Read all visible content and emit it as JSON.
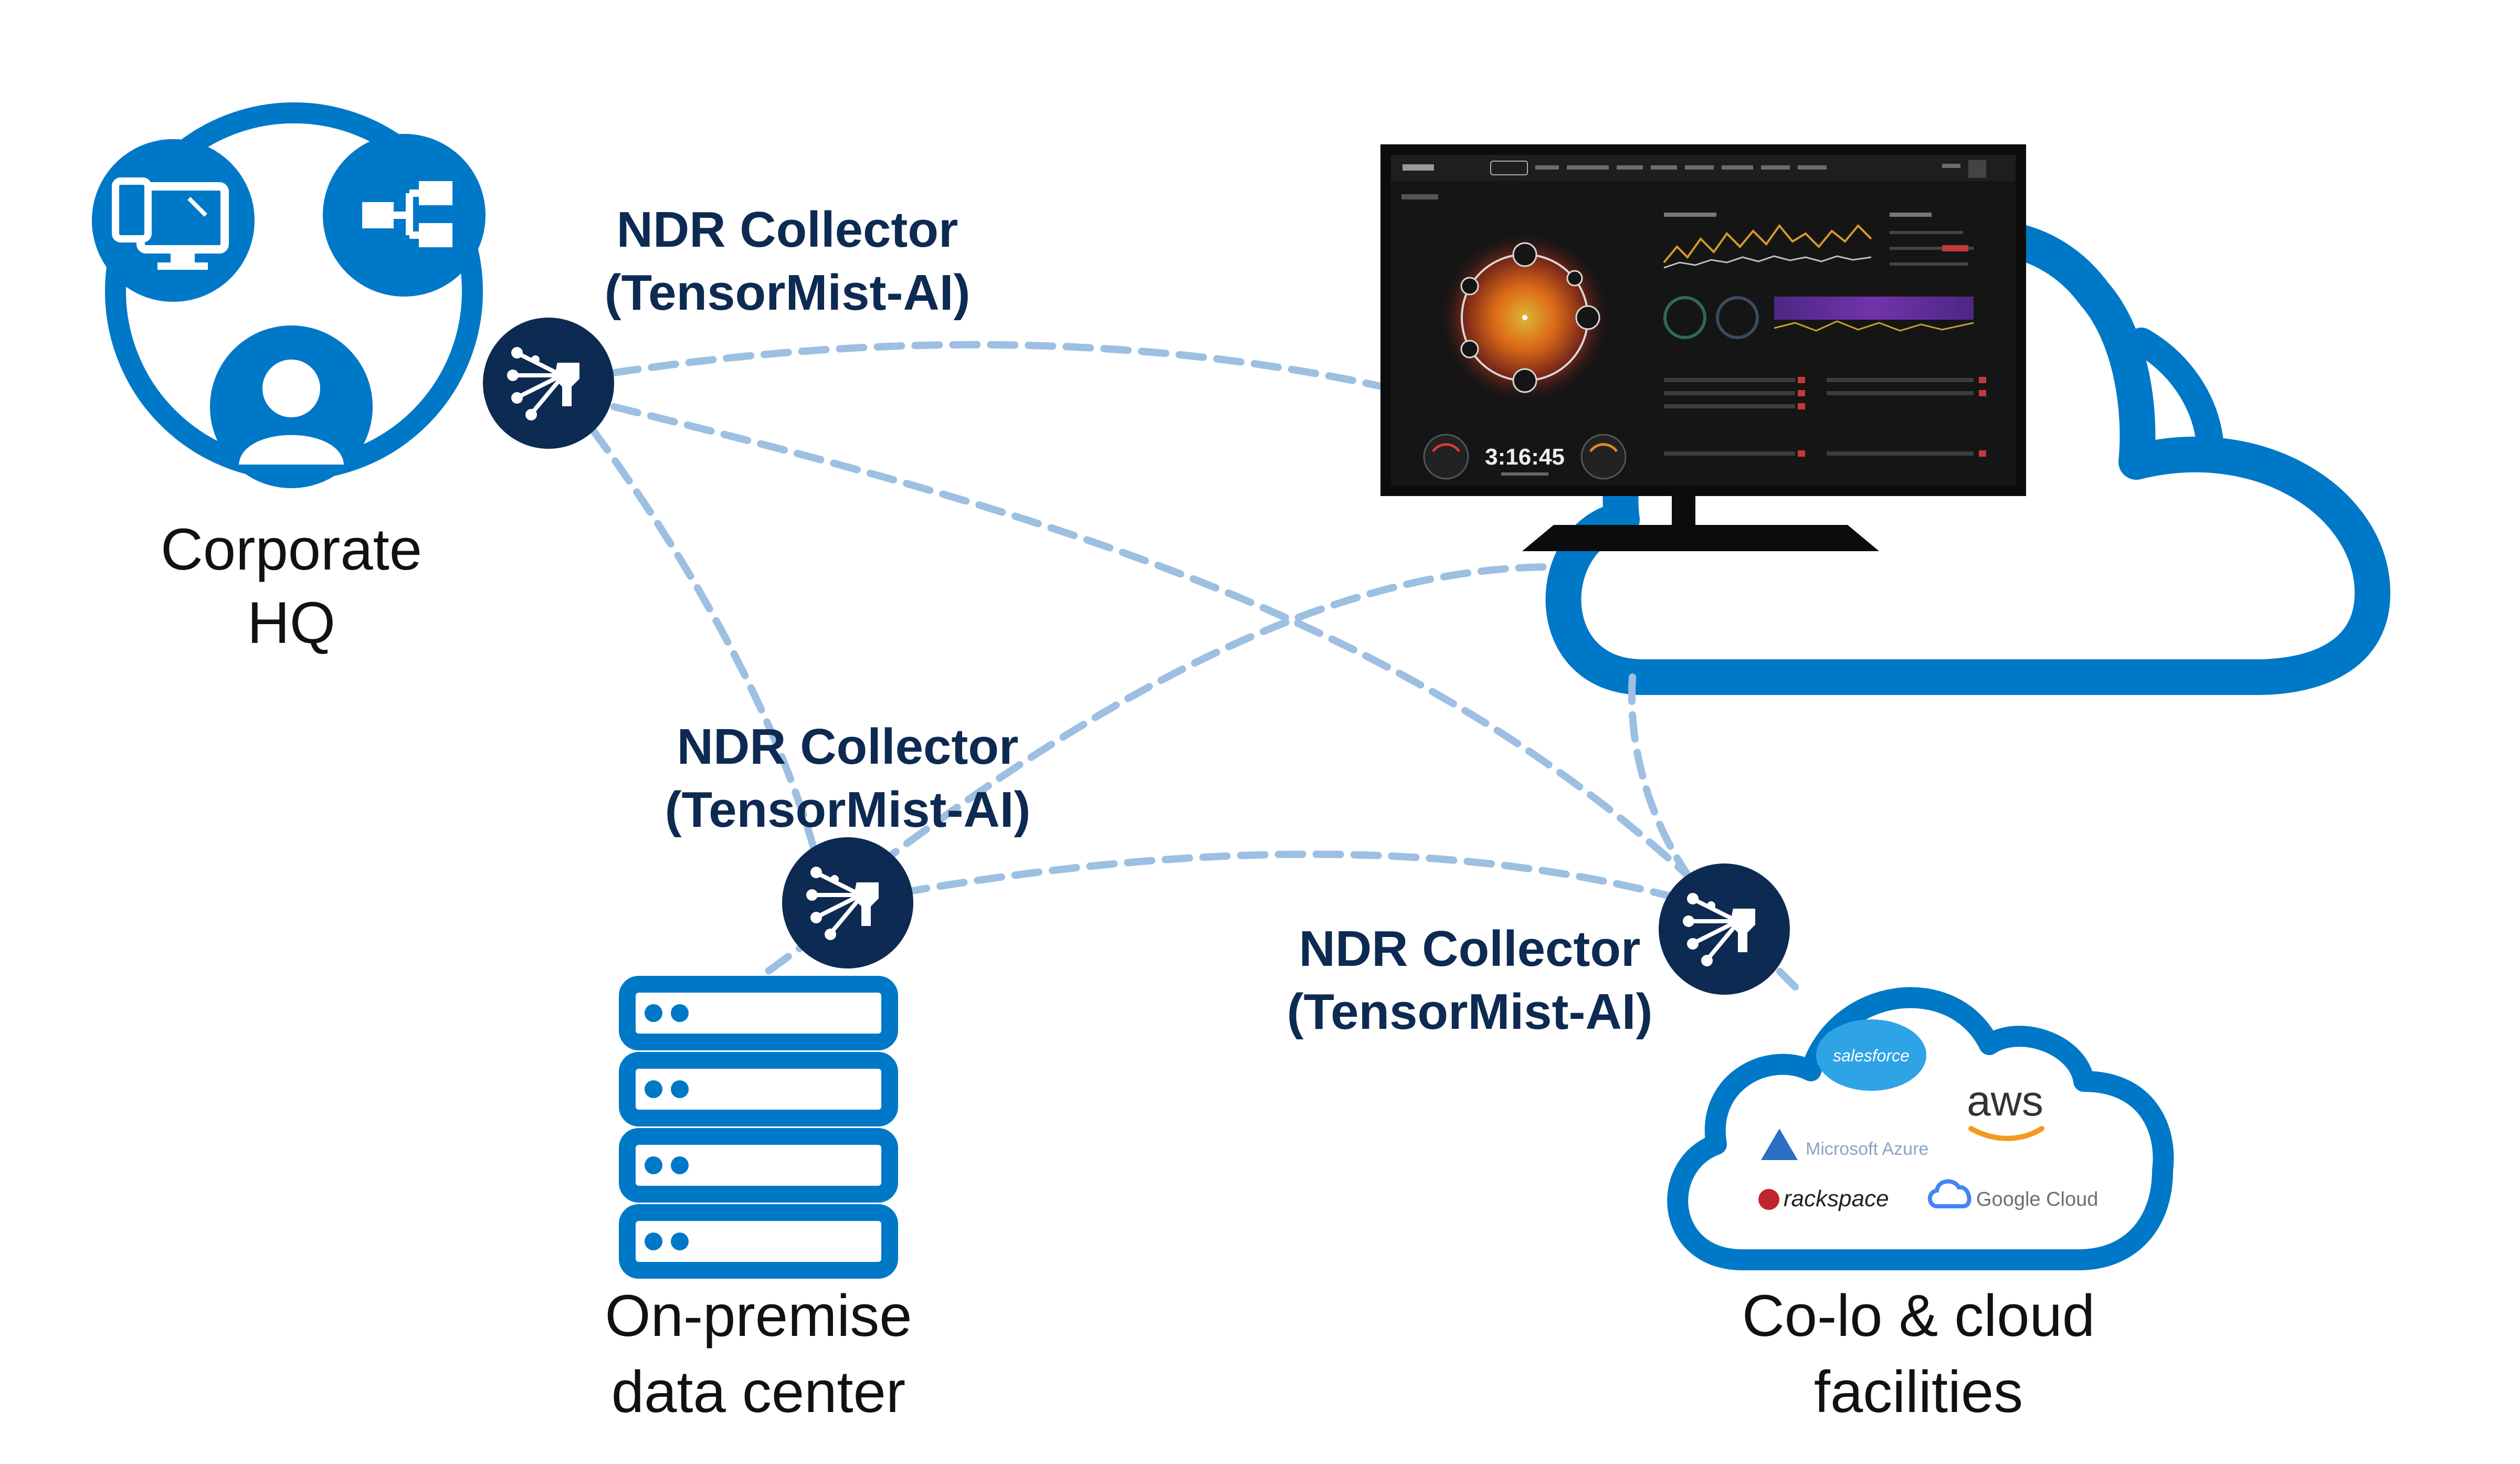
{
  "colors": {
    "primary_blue": "#0078c8",
    "navy": "#0d2a52",
    "link_dash": "#9dbfe2",
    "screen_bg": "#151515",
    "bezel": "#0c0c0c",
    "white": "#ffffff"
  },
  "collectors": [
    {
      "line1": "NDR Collector",
      "line2": "(TensorMist-AI)",
      "icon": "collector-icon"
    },
    {
      "line1": "NDR Collector",
      "line2": "(TensorMist-AI)",
      "icon": "collector-icon"
    },
    {
      "line1": "NDR Collector",
      "line2": "(TensorMist-AI)",
      "icon": "collector-icon"
    }
  ],
  "sites": {
    "corporate": {
      "line1": "Corporate",
      "line2": "HQ"
    },
    "datacenter": {
      "line1": "On-premise",
      "line2": "data center"
    },
    "colo": {
      "line1": "Co-lo & cloud",
      "line2": "facilities"
    }
  },
  "cloud_providers": {
    "salesforce": "salesforce",
    "aws": "aws",
    "azure": "Microsoft Azure",
    "rackspace": "rackspace",
    "google": "Google Cloud"
  },
  "dashboard": {
    "clock": "3:16:45"
  }
}
